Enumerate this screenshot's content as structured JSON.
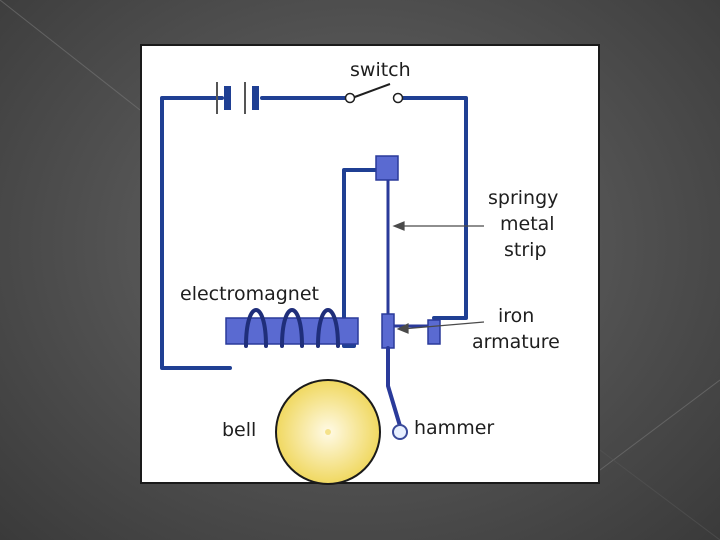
{
  "labels": {
    "switch": "switch",
    "springy": [
      "springy",
      "metal",
      "strip"
    ],
    "electromagnet": "electromagnet",
    "iron": [
      "iron",
      "armature"
    ],
    "bell": "bell",
    "hammer": "hammer"
  },
  "colors": {
    "wire": "#1f3f93",
    "component": "#5a6ad1",
    "component_stroke": "#2a3a9a",
    "coil": "#1f2e7a",
    "bell_center": "#fff8d8",
    "bell_edge": "#f0d860",
    "text": "#1e1e1e"
  }
}
